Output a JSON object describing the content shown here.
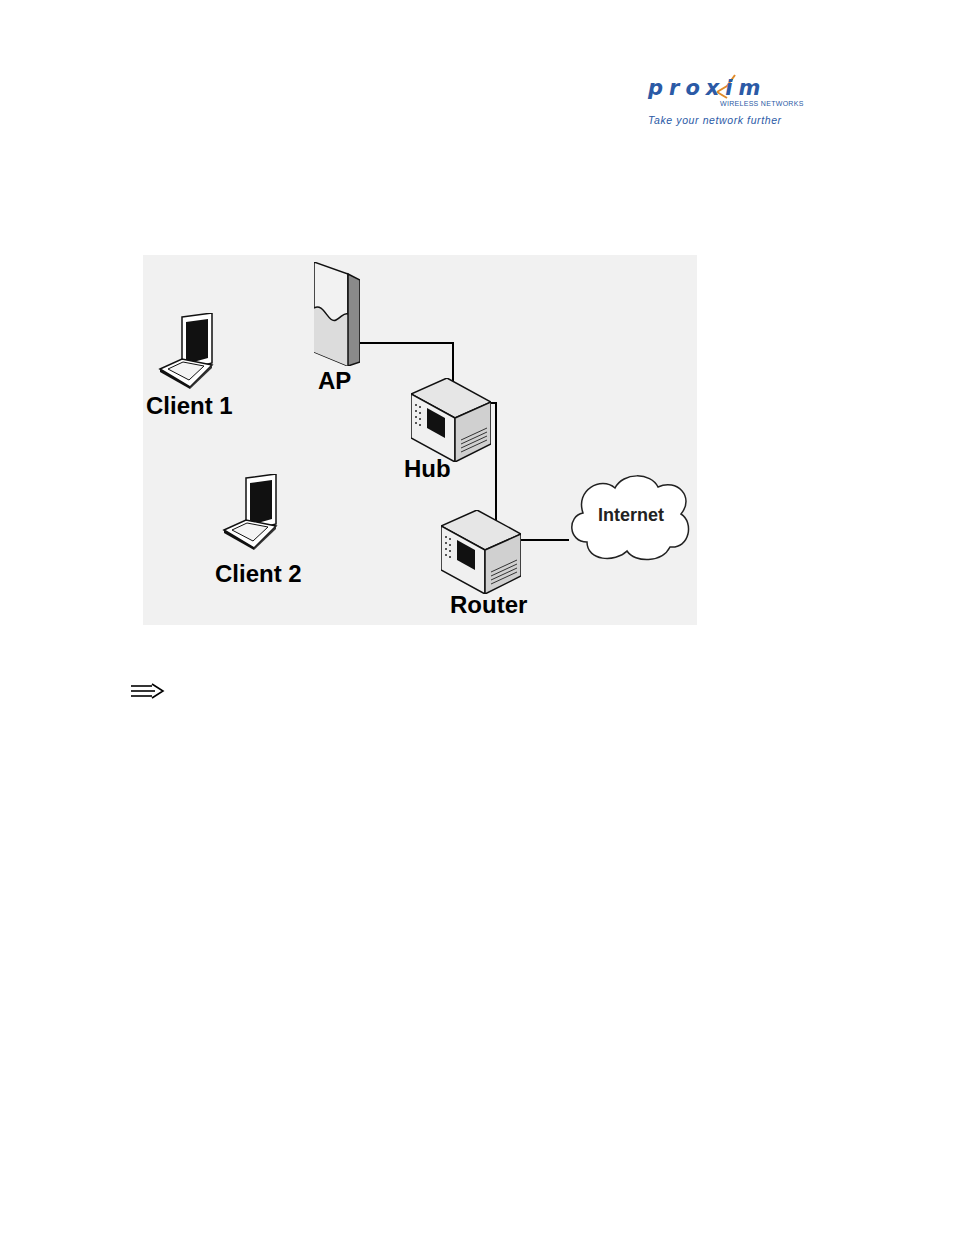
{
  "diagram": {
    "nodes": [
      {
        "text": [
          "Client 1"
        ]
      },
      {
        "text": [
          "AP"
        ]
      },
      {
        "text": [
          "Hub"
        ]
      },
      {
        "text": [
          "Client 2"
        ]
      },
      {
        "text": [
          "Internet"
        ]
      },
      {
        "text": [
          "Router"
        ]
      }
    ],
    "edges": [
      {
        "from": 1,
        "to": 2,
        "arrow": "none"
      },
      {
        "from": 2,
        "to": 5,
        "arrow": "none"
      },
      {
        "from": 5,
        "to": 4,
        "arrow": "none"
      }
    ],
    "labels": [
      "proxim",
      "WIRELESS NETWORKS",
      "Take your network further"
    ]
  }
}
